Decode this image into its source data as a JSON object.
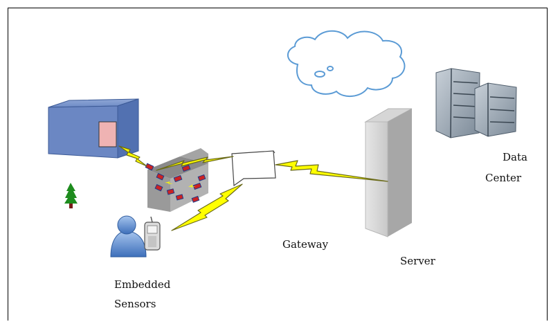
{
  "labels": {
    "gateway": "Gateway",
    "server": "Server",
    "data_center_line1": "Data",
    "data_center_line2": "Center",
    "embedded_line1": "Embedded",
    "embedded_line2": "Sensors"
  },
  "icons": [
    "cloud-icon",
    "building-icon",
    "tree-icon",
    "sensor-grid-icon",
    "user-icon",
    "phone-icon",
    "gateway-icon",
    "server-icon",
    "data-center-icon",
    "lightning-icon"
  ],
  "colors": {
    "lightning_fill": "#ffff00",
    "building_side": "#6b87c3",
    "door": "#efb3b3",
    "cloud_stroke": "#5b9bd5",
    "tree": "#1e8c1e"
  }
}
